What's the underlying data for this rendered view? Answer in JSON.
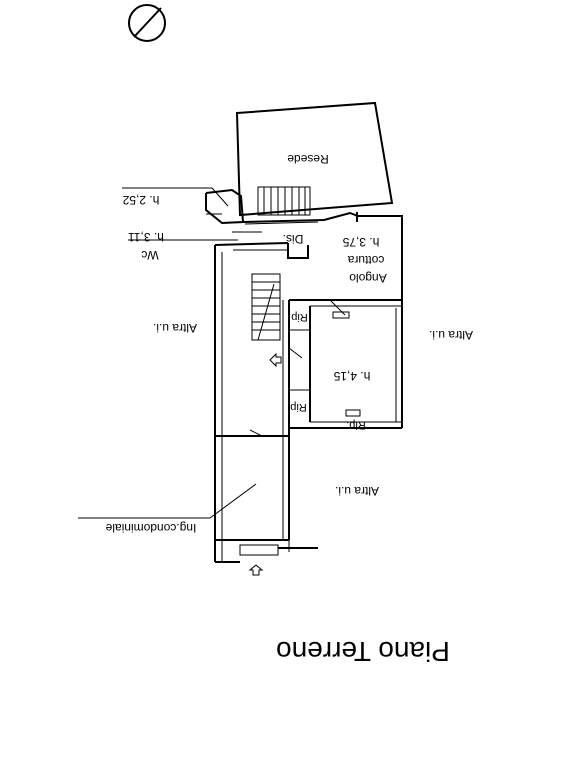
{
  "plan": {
    "title": "Piano Terreno",
    "labels": {
      "resede": "Resede",
      "h252": "h. 2,52",
      "wc": "Wc",
      "h311": "h. 3,11",
      "dis": "Dis.",
      "h375": "h. 3,75",
      "cottura": "cottura",
      "angolo": "Angolo",
      "altra_left": "Altra u.i.",
      "altra_right": "Altra u.i.",
      "rip_top": "Rip.",
      "h415": "h. 4,15",
      "rip_mid": "Rip.",
      "rip_bottom": "Rip.",
      "altra_bottom": "Altra u.i.",
      "ing": "Ing.condominiale"
    }
  }
}
